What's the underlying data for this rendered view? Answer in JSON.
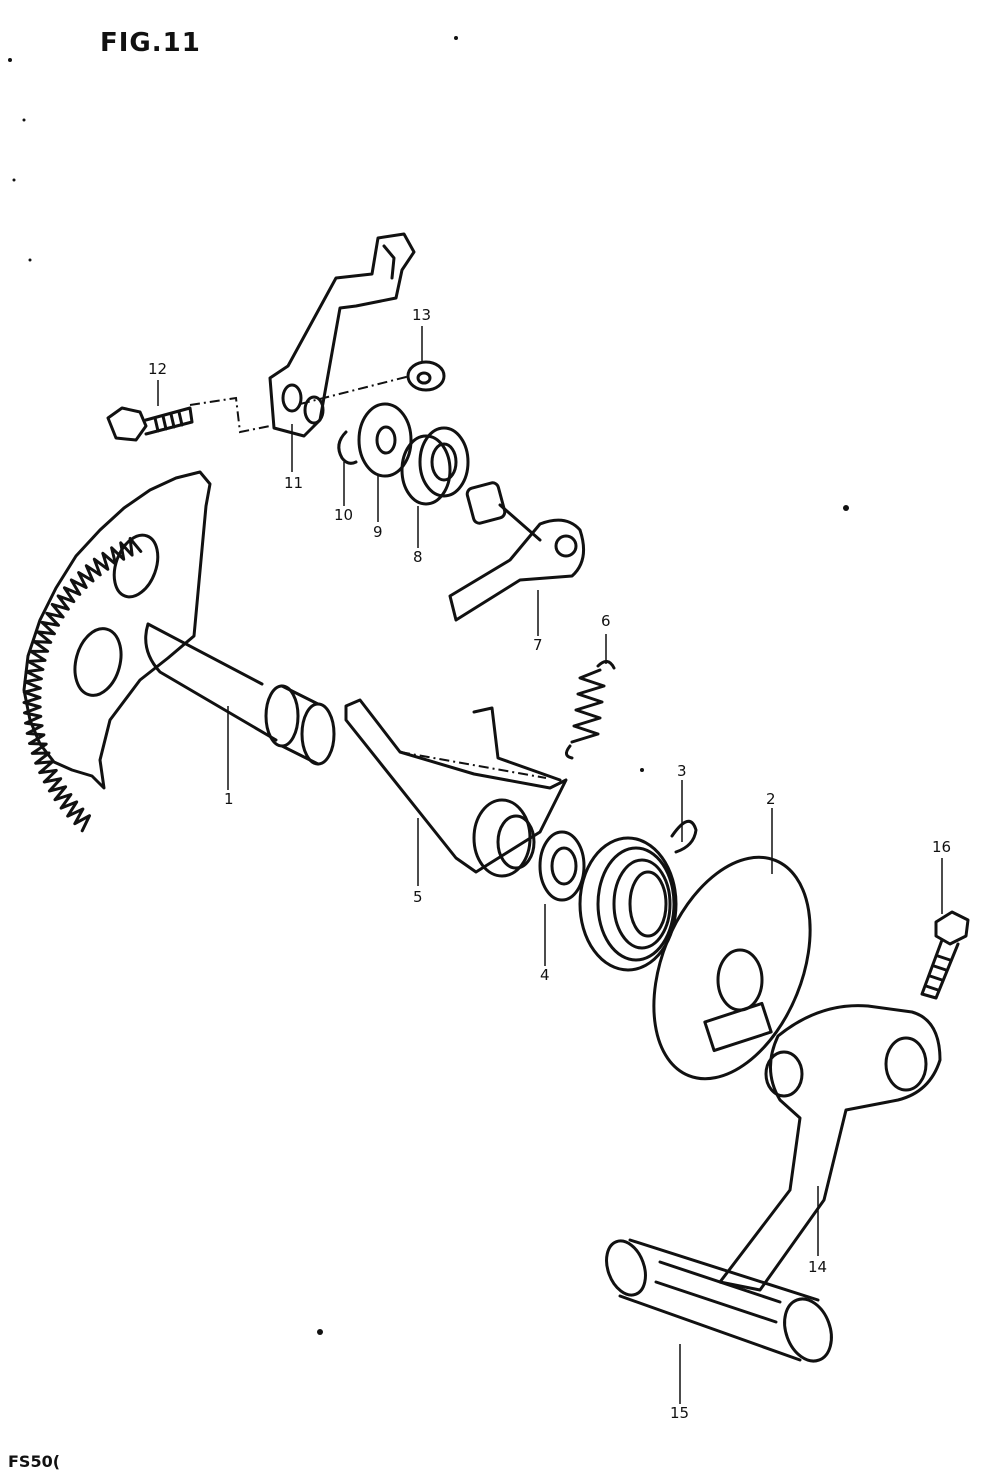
{
  "figure": {
    "title": "FIG.11",
    "footer_code": "FS50("
  },
  "callouts": [
    {
      "id": "1",
      "label": "1"
    },
    {
      "id": "2",
      "label": "2"
    },
    {
      "id": "3",
      "label": "3"
    },
    {
      "id": "4",
      "label": "4"
    },
    {
      "id": "5",
      "label": "5"
    },
    {
      "id": "6",
      "label": "6"
    },
    {
      "id": "7",
      "label": "7"
    },
    {
      "id": "8",
      "label": "8"
    },
    {
      "id": "9",
      "label": "9"
    },
    {
      "id": "10",
      "label": "10"
    },
    {
      "id": "11",
      "label": "11"
    },
    {
      "id": "12",
      "label": "12"
    },
    {
      "id": "13",
      "label": "13"
    },
    {
      "id": "14",
      "label": "14"
    },
    {
      "id": "15",
      "label": "15"
    },
    {
      "id": "16",
      "label": "16"
    }
  ],
  "colors": {
    "ink": "#111111",
    "paper": "#ffffff"
  }
}
